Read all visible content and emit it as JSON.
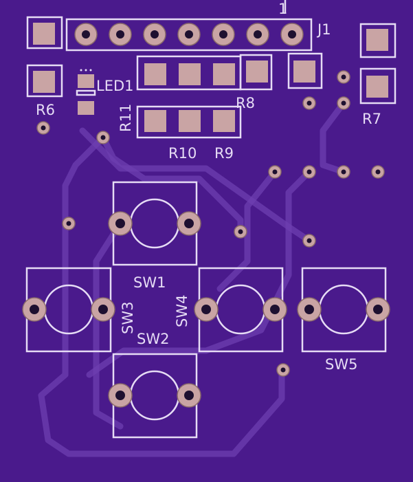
{
  "labels": {
    "j1": "J1",
    "pin1": "1",
    "led1": "LED1",
    "r6": "R6",
    "r7": "R7",
    "r8": "R8",
    "r9": "R9",
    "r10": "R10",
    "r11": "R11",
    "sw1": "SW1",
    "sw2": "SW2",
    "sw3": "SW3",
    "sw4": "SW4",
    "sw5": "SW5"
  },
  "colors": {
    "board": "#4a1a8c",
    "silkscreen": "#e6dcf5",
    "copper_pad": "#c9a4a4",
    "trace": "#6d3fb0"
  }
}
